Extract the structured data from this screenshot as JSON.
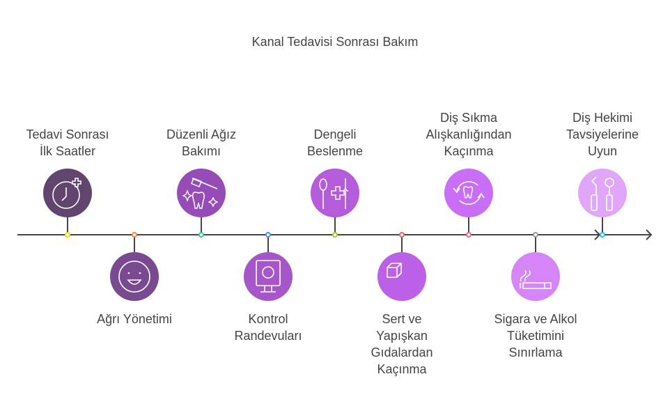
{
  "title": "Kanal Tedavisi Sonrası Bakım",
  "steps": [
    {
      "label": "Tedavi Sonrası\nİlk Saatler",
      "position": "top",
      "icon": "clock-plus-icon",
      "color": "#62456f",
      "dot": "#f5d90a"
    },
    {
      "label": "Ağrı Yönetimi",
      "position": "bottom",
      "icon": "smile-face-icon",
      "color": "#7a4a91",
      "dot": "#f08a3c"
    },
    {
      "label": "Düzenli Ağız\nBakımı",
      "position": "top",
      "icon": "toothbrush-tooth-icon",
      "color": "#954cb7",
      "dot": "#3ecf8e"
    },
    {
      "label": "Kontrol\nRandevuları",
      "position": "bottom",
      "icon": "xray-monitor-icon",
      "color": "#a557c9",
      "dot": "#4a90e2"
    },
    {
      "label": "Dengeli\nBeslenme",
      "position": "top",
      "icon": "spoon-fork-plus-icon",
      "color": "#b45cdb",
      "dot": "#9acd32"
    },
    {
      "label": "Sert ve\nYapışkan\nGıdalardan\nKaçınma",
      "position": "bottom",
      "icon": "cube-icon",
      "color": "#bd60e8",
      "dot": "#f06060"
    },
    {
      "label": "Diş Sıkma\nAlışkanlığından\nKaçınma",
      "position": "top",
      "icon": "tooth-cycle-icon",
      "color": "#c96ef6",
      "dot": "#f062a8"
    },
    {
      "label": "Sigara ve Alkol\nTüketimini\nSınırlama",
      "position": "bottom",
      "icon": "cigarette-icon",
      "color": "#d685f7",
      "dot": "#999999"
    },
    {
      "label": "Diş Hekimi\nTavsiyelerine\nUyun",
      "position": "top",
      "icon": "dental-tools-icon",
      "color": "#e0a7f8",
      "dot": "#1ec0f0"
    }
  ]
}
